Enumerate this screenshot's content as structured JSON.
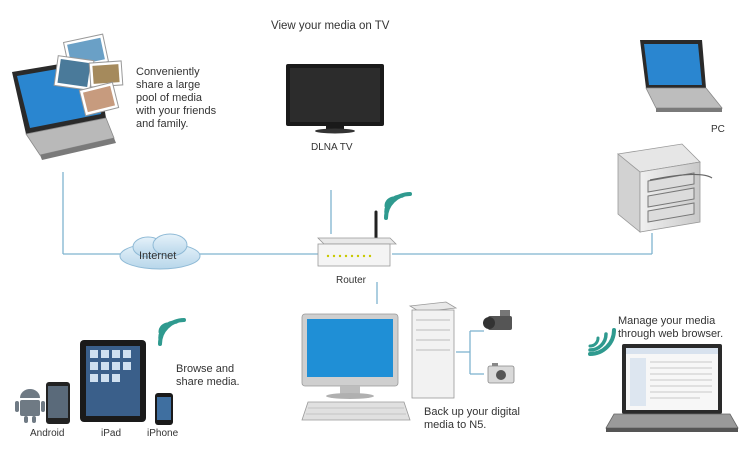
{
  "top": {
    "tv_caption": "View your media on TV",
    "tv_label": "DLNA TV"
  },
  "left": {
    "share_text": [
      "Conveniently",
      "share a large",
      "pool of media",
      "with your friends",
      "and family."
    ]
  },
  "right": {
    "pc_label": "PC"
  },
  "network": {
    "internet_label": "Internet",
    "router_label": "Router"
  },
  "mobile": {
    "text": [
      "Browse and",
      "share media."
    ],
    "android_label": "Android",
    "ipad_label": "iPad",
    "iphone_label": "iPhone"
  },
  "desktop": {
    "text": [
      "Back up your digital",
      "media to N5."
    ]
  },
  "web": {
    "text": [
      "Manage your media",
      "through web browser."
    ]
  },
  "colors": {
    "line": "#7fb3cf",
    "wifi": "#2f9a8f",
    "screen": "#1f8fd6"
  }
}
